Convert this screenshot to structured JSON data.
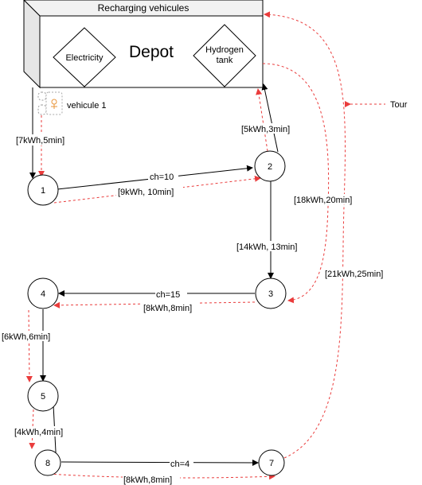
{
  "depot": {
    "top_label": "Recharging vehicules",
    "title": "Depot",
    "electricity": "Electricity",
    "hydrogen_line1": "Hydrogen",
    "hydrogen_line2": "tank"
  },
  "vehicle": {
    "label": "vehicule 1",
    "icon": "vehicle-icon"
  },
  "legend": {
    "tour": "Tour"
  },
  "nodes": [
    "1",
    "2",
    "4",
    "3",
    "5",
    "8",
    "7"
  ],
  "edge_labels": {
    "d_1": "[7kWh,5min]",
    "ch_1_2": "ch=10",
    "e_1_2": "[9kWh, 10min]",
    "e_2_d": "[5kWh,3min]",
    "e_d_3": "[18kWh,20min]",
    "e_2_3": "[14kWh, 13min]",
    "ch_3_4": "ch=15",
    "e_3_4": "[8kWh,8min]",
    "e_4_5": "[6kWh,6min]",
    "e_5_8": "[4kWh,4min]",
    "ch_8_7": "ch=4",
    "e_8_7": "[8kWh,8min]",
    "e_7_d": "[21kWh,25min]"
  },
  "colors": {
    "tour": "#ea3c3c",
    "edge": "#000000"
  }
}
